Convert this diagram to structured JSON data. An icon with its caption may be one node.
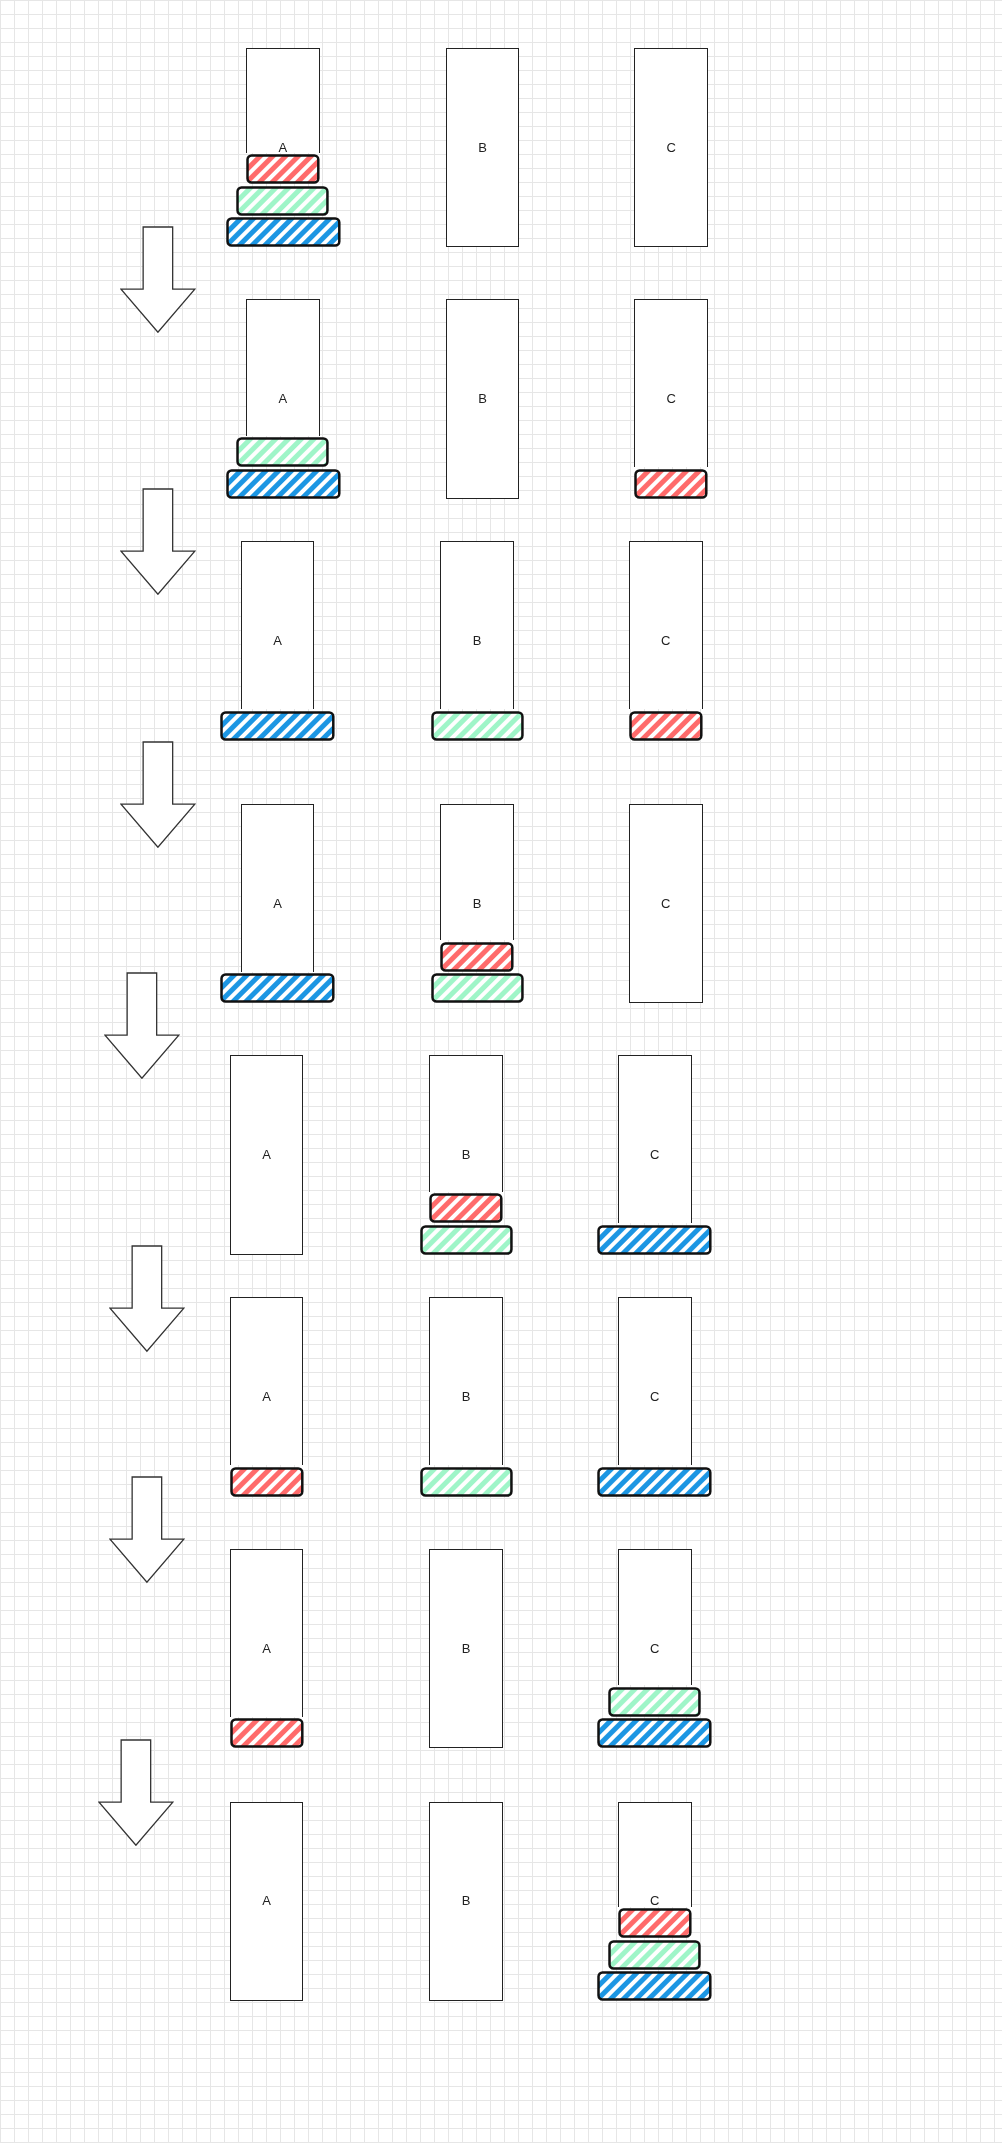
{
  "diagram": {
    "nodes": [
      {
        "text": [
          "A"
        ]
      },
      {
        "text": [
          "B"
        ]
      },
      {
        "text": [
          "C"
        ]
      },
      {
        "text": [],
        "shape": "bar"
      },
      {
        "text": [],
        "shape": "bar"
      },
      {
        "text": [],
        "shape": "bar"
      },
      {
        "text": [
          "A"
        ]
      },
      {
        "text": [
          "B"
        ]
      },
      {
        "text": [
          "C"
        ]
      },
      {
        "text": [],
        "shape": "bar"
      },
      {
        "text": [],
        "shape": "bar"
      },
      {
        "text": [],
        "shape": "bar"
      },
      {
        "text": [
          "A"
        ]
      },
      {
        "text": [
          "B"
        ]
      },
      {
        "text": [
          "C"
        ]
      },
      {
        "text": [],
        "shape": "bar"
      },
      {
        "text": [],
        "shape": "bar"
      },
      {
        "text": [],
        "shape": "bar"
      },
      {
        "text": [
          "A"
        ]
      },
      {
        "text": [
          "B"
        ]
      },
      {
        "text": [
          "C"
        ]
      },
      {
        "text": [],
        "shape": "bar"
      },
      {
        "text": [],
        "shape": "bar"
      },
      {
        "text": [],
        "shape": "bar"
      },
      {
        "text": [
          "A"
        ]
      },
      {
        "text": [
          "B"
        ]
      },
      {
        "text": [
          "C"
        ]
      },
      {
        "text": [],
        "shape": "bar"
      },
      {
        "text": [],
        "shape": "bar"
      },
      {
        "text": [],
        "shape": "bar"
      },
      {
        "text": [
          "A"
        ]
      },
      {
        "text": [
          "B"
        ]
      },
      {
        "text": [
          "C"
        ]
      },
      {
        "text": [],
        "shape": "bar"
      },
      {
        "text": [],
        "shape": "bar"
      },
      {
        "text": [],
        "shape": "bar"
      },
      {
        "text": [
          "A"
        ]
      },
      {
        "text": [
          "B"
        ]
      },
      {
        "text": [
          "C"
        ]
      },
      {
        "text": [],
        "shape": "bar"
      },
      {
        "text": [],
        "shape": "bar"
      },
      {
        "text": [],
        "shape": "bar"
      },
      {
        "text": [
          "A"
        ]
      },
      {
        "text": [
          "B"
        ]
      },
      {
        "text": [
          "C"
        ]
      },
      {
        "text": [],
        "shape": "bar"
      },
      {
        "text": [],
        "shape": "bar"
      },
      {
        "text": [],
        "shape": "bar"
      }
    ]
  }
}
